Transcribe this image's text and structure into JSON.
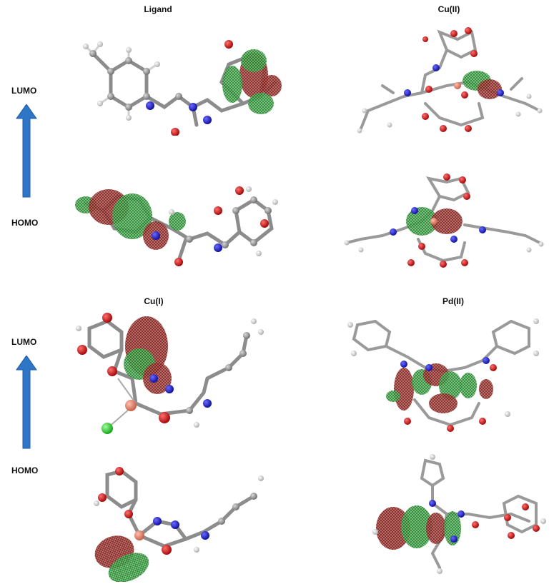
{
  "panels": {
    "ligand": {
      "title": "Ligand"
    },
    "cu2": {
      "title": "Cu(II)"
    },
    "cu1": {
      "title": "Cu(I)"
    },
    "pd2": {
      "title": "Pd(II)"
    }
  },
  "row_labels": {
    "top_lumo": "LUMO",
    "top_homo": "HOMO",
    "bottom_lumo": "LUMO",
    "bottom_homo": "HOMO"
  },
  "colors": {
    "arrow": "#2e75c7",
    "carbon": "#8a8a8a",
    "hydrogen": "#e8e8e8",
    "nitrogen": "#1414d0",
    "oxygen": "#e01010",
    "copper": "#e8826a",
    "chlorine": "#22dd22",
    "orbital_red": "#8b1a14",
    "orbital_green": "#1f8a2c"
  }
}
